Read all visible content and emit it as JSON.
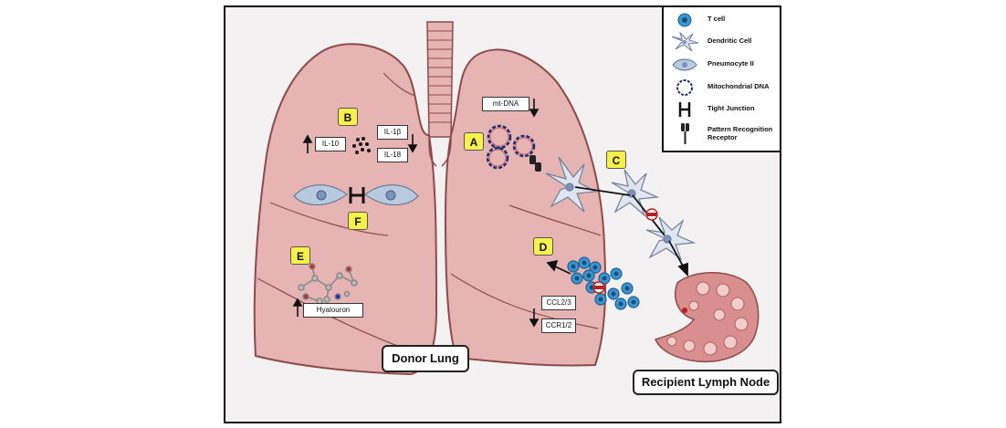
{
  "legend": {
    "items": [
      {
        "icon": "t-cell-icon",
        "label": "T cell"
      },
      {
        "icon": "dendritic-cell-icon",
        "label": "Dendritic Cell"
      },
      {
        "icon": "pneumocyte-icon",
        "label": "Pneumocyte II"
      },
      {
        "icon": "mitochondrial-dna-icon",
        "label": "Mitochondrial DNA"
      },
      {
        "icon": "tight-junction-icon",
        "label": "Tight Junction"
      },
      {
        "icon": "receptor-icon",
        "label": "Pattern Recognition Receptor"
      }
    ]
  },
  "badges": {
    "a": "A",
    "b": "B",
    "c": "C",
    "d": "D",
    "e": "E",
    "f": "F"
  },
  "labels": {
    "mt_dna": "mt-DNA",
    "il10": "IL-10",
    "il1b": "IL-1β",
    "il18": "IL-18",
    "hyalouron": "Hyalouron",
    "ccl23": "CCL2/3",
    "ccr12": "CCR1/2",
    "donor_lung": "Donor Lung",
    "recipient_lymph_node": "Recipient Lymph Node"
  },
  "colors": {
    "lung_fill": "#e6b4b2",
    "lung_outline": "#8e4a4a",
    "t_cell": "#2f8fce",
    "badge": "#f5f04a",
    "lymph_node": "#d98f8f"
  }
}
